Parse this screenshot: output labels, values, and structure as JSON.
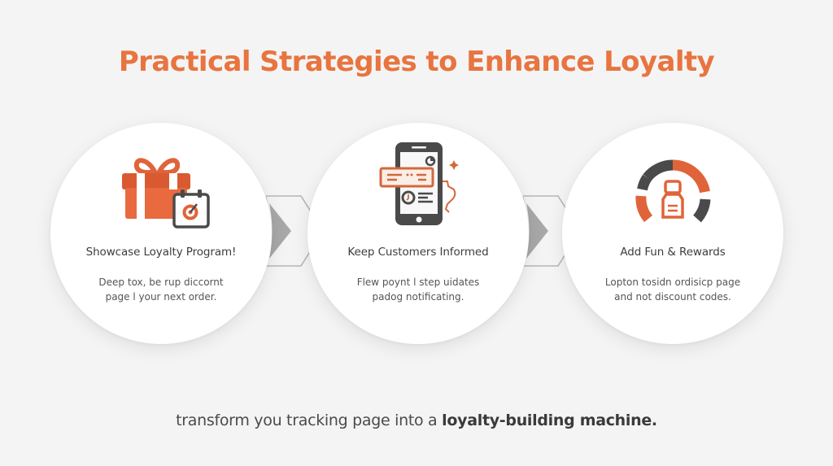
{
  "title": "Practical Strategies to Enhance Loyalty",
  "colors": {
    "accent": "#e8743f",
    "icon_orange": "#e0643a",
    "icon_dark": "#4a4a4a",
    "background": "#f4f4f4",
    "card": "#ffffff",
    "connector": "#a8a8a8"
  },
  "steps": [
    {
      "icon": "gift-calendar-icon",
      "heading": "Showcase Loyalty Program!",
      "desc_line1": "Deep tox, be rup diccornt",
      "desc_line2": "page l your next order."
    },
    {
      "icon": "smartphone-notification-icon",
      "heading": "Keep Customers Informed",
      "desc_line1": "Flew poynt l step uidates",
      "desc_line2": "padog notificating."
    },
    {
      "icon": "gauge-reward-icon",
      "heading": "Add Fun & Rewards",
      "desc_line1": "Lopton tosidn ordisicp page",
      "desc_line2": "and not discount codes."
    }
  ],
  "tagline": {
    "regular": "transform you tracking page into a ",
    "bold": "loyalty-building machine."
  }
}
